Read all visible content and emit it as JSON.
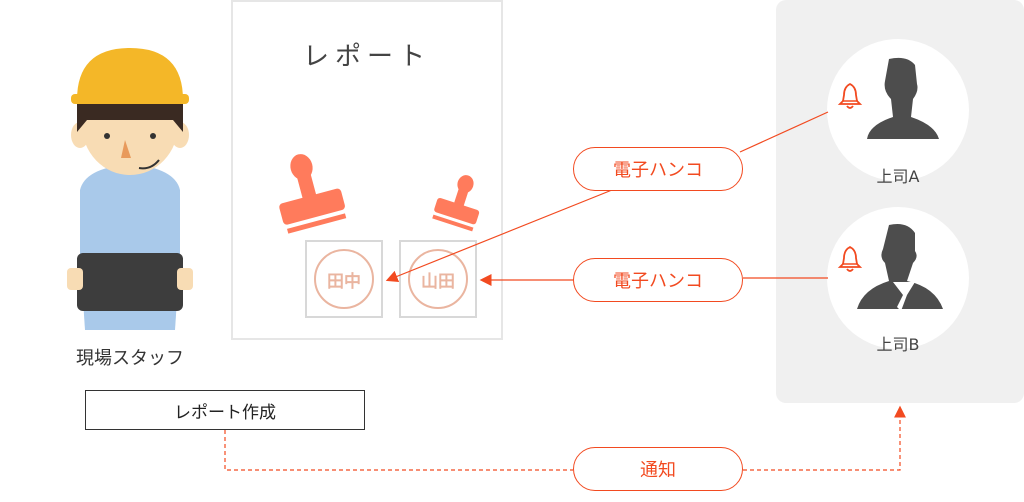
{
  "staff": {
    "label": "現場スタッフ",
    "task": "レポート作成"
  },
  "report": {
    "title": "レポート",
    "seals": [
      "田中",
      "山田"
    ]
  },
  "bosses": [
    {
      "label": "上司A"
    },
    {
      "label": "上司B"
    }
  ],
  "flows": {
    "hanko_a": "電子ハンコ",
    "hanko_b": "電子ハンコ",
    "notify": "通知"
  },
  "colors": {
    "accent": "#f24a20",
    "stamp": "#ff7b5c",
    "seal": "#eab5a0"
  }
}
